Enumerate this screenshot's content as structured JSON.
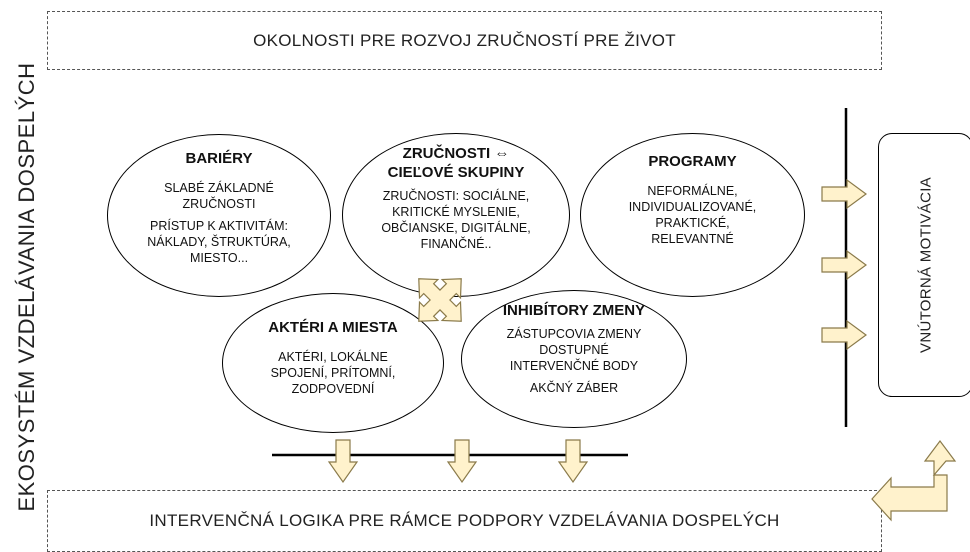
{
  "top_banner": "OKOLNOSTI PRE ROZVOJ ZRUČNOSTÍ PRE ŽIVOT",
  "bottom_banner": "INTERVENČNÁ LOGIKA PRE RÁMCE PODPORY VZDELÁVANIA DOSPELÝCH",
  "side_title": "EKOSYSTÉM VZDELÁVANIA DOSPELÝCH",
  "motivation": "VNÚTORNÁ MOTIVÁCIA",
  "bariery": {
    "title": "BARIÉRY",
    "lines": [
      "SLABÉ ZÁKLADNÉ",
      "ZRUČNOSTI",
      "PRÍSTUP K AKTIVITÁM:",
      "NÁKLADY, ŠTRUKTÚRA,",
      "MIESTO..."
    ]
  },
  "zrucnosti": {
    "title_line1": "ZRUČNOSTI ⇔",
    "title_line2": "CIEĽOVÉ SKUPINY",
    "lines": [
      "ZRUČNOSTI: SOCIÁLNE,",
      "KRITICKÉ MYSLENIE,",
      "OBČIANSKE, DIGITÁLNE,",
      "FINANČNÉ.."
    ]
  },
  "programy": {
    "title": "PROGRAMY",
    "lines": [
      "NEFORMÁLNE,",
      "INDIVIDUALIZOVANÉ,",
      "PRAKTICKÉ,",
      "RELEVANTNÉ"
    ]
  },
  "akteri": {
    "title": "AKTÉRI A MIESTA",
    "lines": [
      "AKTÉRI, LOKÁLNE",
      "SPOJENÍ, PRÍTOMNÍ,",
      "ZODPOVEDNÍ"
    ]
  },
  "inhibitory": {
    "title": "INHIBÍTORY ZMENY",
    "lines": [
      "ZÁSTUPCOVIA ZMENY",
      "DOSTUPNÉ",
      "INTERVENČNÉ BODY",
      "AKČNÝ ZÁBER"
    ]
  },
  "colors": {
    "arrow_fill": "#fff2cc",
    "arrow_stroke": "#8a7a4a",
    "border": "#000000",
    "dashed": "#555555"
  }
}
